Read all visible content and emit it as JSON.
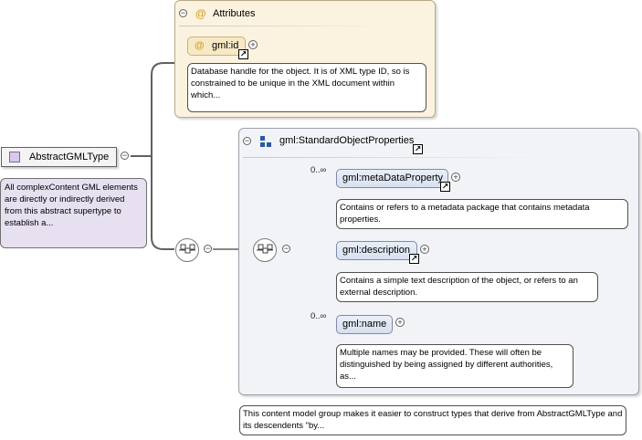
{
  "root": {
    "label": "AbstractGMLType",
    "note": "All complexContent GML elements are directly or indirectly derived from this abstract supertype to establish a..."
  },
  "attributes_panel": {
    "title": "Attributes",
    "attribute": {
      "name": "gml:id",
      "note": "Database handle for the object. It is of XML type ID, so is constrained to be unique in the XML document within which..."
    }
  },
  "group_panel": {
    "title": "gml:StandardObjectProperties",
    "note": "This content model group makes it easier to construct types that derive from AbstractGMLType and its descendents \"by...",
    "elements": [
      {
        "name": "gml:metaDataProperty",
        "cardinality": "0..∞",
        "note": "Contains or refers to a metadata package that contains metadata properties."
      },
      {
        "name": "gml:description",
        "cardinality": "",
        "note": "Contains a simple text description of the object, or refers to an external description."
      },
      {
        "name": "gml:name",
        "cardinality": "0..∞",
        "note": "Multiple names may be provided. These will often be distinguished by being assigned by different authorities, as..."
      }
    ]
  },
  "icons": {
    "collapse": "−",
    "expand": "+",
    "link": "↗",
    "attribute_symbol": "@"
  },
  "colors": {
    "attribute_panel_bg": "#fbf3e0",
    "group_panel_bg": "#f1f3f7",
    "element_fill": "#dce3f2",
    "root_note_bg": "#e6e0f0"
  }
}
